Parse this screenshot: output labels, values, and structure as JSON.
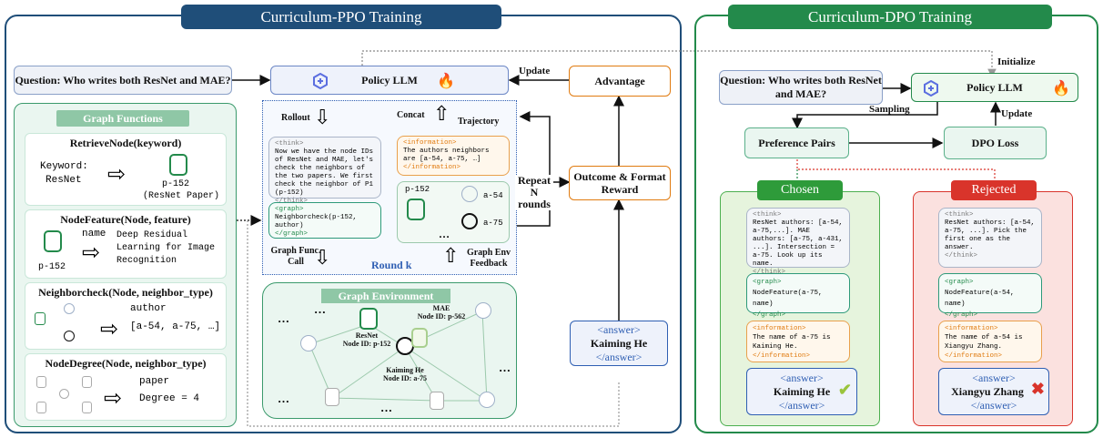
{
  "ppo": {
    "title": "Curriculum-PPO Training",
    "question": "Question: Who writes both ResNet and MAE?",
    "policy_llm": "Policy LLM",
    "update": "Update",
    "advantage": "Advantage",
    "rollout": "Rollout",
    "concat": "Concat",
    "trajectory": "Trajectory",
    "think_open": "<think>",
    "think_text": "Now we have the node IDs of ResNet and MAE, let's check the neighbors of the two papers. We first check the neighbor of P1 (p-152)",
    "think_close": "</think>",
    "info_open": "<information>",
    "info_text": "The authors neighbors are [a-54, a-75, …]",
    "info_close": "</information>",
    "graph_open": "<graph>",
    "graph_text": "Neighborcheck(p-152, author)",
    "graph_close": "</graph>",
    "p152": "p-152",
    "a54": "a-54",
    "a75": "a-75",
    "dots": "…",
    "graph_func_call_1": "Graph Func.",
    "graph_func_call_2": "Call",
    "round_k": "Round k",
    "graph_env_feedback_1": "Graph Env",
    "graph_env_feedback_2": "Feedback",
    "repeat_1": "Repeat",
    "repeat_2": "N rounds",
    "reward_1": "Outcome & Format",
    "reward_2": "Reward",
    "answer_open": "<answer>",
    "answer_text": "Kaiming He",
    "answer_close": "</answer>",
    "graph_functions": "Graph Functions",
    "fn1": {
      "title": "RetrieveNode(keyword)",
      "kw_label": "Keyword:",
      "kw_value": "ResNet",
      "node_id": "p-152",
      "node_desc": "(ResNet Paper)"
    },
    "fn2": {
      "title": "NodeFeature(Node, feature)",
      "feature": "name",
      "node_id": "p-152",
      "result": "Deep Residual Learning for Image Recognition"
    },
    "fn3": {
      "title": "Neighborcheck(Node, neighbor_type)",
      "type": "author",
      "result": "[a-54, a-75, …]"
    },
    "fn4": {
      "title": "NodeDegree(Node, neighbor_type)",
      "type": "paper",
      "result": "Degree = 4"
    },
    "env": {
      "title": "Graph Environment",
      "resnet_1": "ResNet",
      "resnet_2": "Node ID: p-152",
      "mae_1": "MAE",
      "mae_2": "Node ID: p-562",
      "kaiming_1": "Kaiming He",
      "kaiming_2": "Node ID: a-75"
    }
  },
  "dpo": {
    "title": "Curriculum-DPO Training",
    "initialize": "Initialize",
    "question": "Question: Who writes both ResNet and MAE?",
    "policy_llm": "Policy LLM",
    "sampling": "Sampling",
    "update": "Update",
    "preference_pairs": "Preference Pairs",
    "dpo_loss": "DPO Loss",
    "chosen": {
      "label": "Chosen",
      "think_open": "<think>",
      "think_text": "ResNet authors: [a-54, a-75,...]. MAE authors: [a-75, a-431, ...]. Intersection = a-75. Look up its name.",
      "think_close": "</think>",
      "graph_open": "<graph>",
      "graph_text": "NodeFeature(a-75, name)",
      "graph_close": "</graph>",
      "info_open": "<information>",
      "info_text": "The name of a-75 is Kaiming He.",
      "info_close": "</information>",
      "answer_open": "<answer>",
      "answer_text": "Kaiming He",
      "answer_close": "</answer>"
    },
    "rejected": {
      "label": "Rejected",
      "think_open": "<think>",
      "think_text": "ResNet authors: [a-54, a-75, ...]. Pick the first one as the answer.",
      "think_close": "</think>",
      "graph_open": "<graph>",
      "graph_text": "NodeFeature(a-54, name)",
      "graph_close": "</graph>",
      "info_open": "<information>",
      "info_text": "The name of a-54 is Xiangyu Zhang.",
      "info_close": "</information>",
      "answer_open": "<answer>",
      "answer_text": "Xiangyu Zhang",
      "answer_close": "</answer>"
    }
  },
  "colors": {
    "navy": "#1f4e79",
    "green": "#238a4b",
    "orange": "#e07b10",
    "red": "#d9342b",
    "blue": "#2f5fb3"
  }
}
